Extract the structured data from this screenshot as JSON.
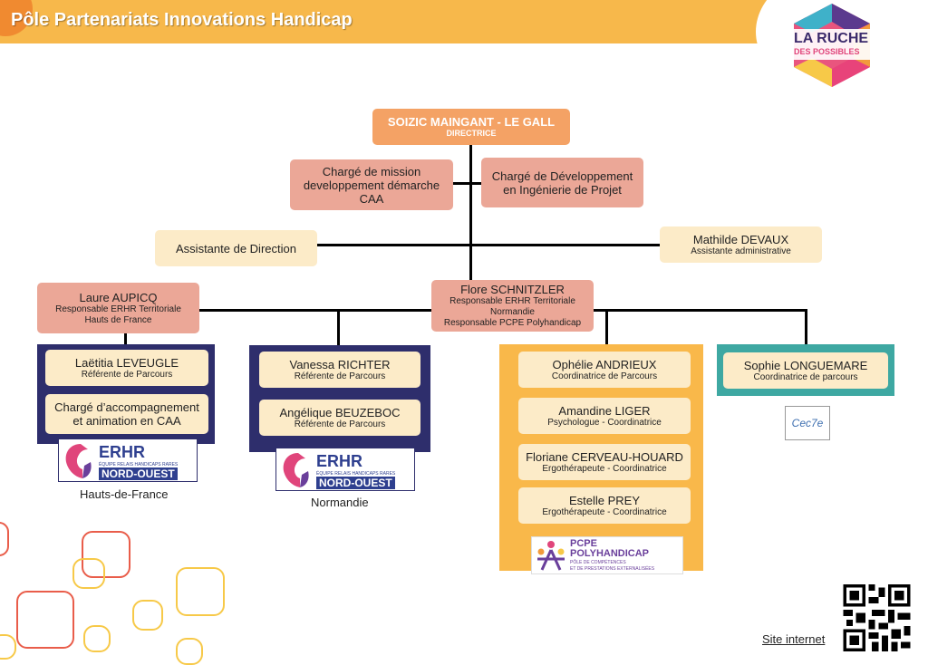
{
  "header": {
    "title": "Pôle Partenariats Innovations Handicap"
  },
  "logo": {
    "line1": "LA RUCHE",
    "line2": "DES POSSIBLES"
  },
  "director": {
    "name": "SOIZIC MAINGANT - LE GALL",
    "role": "DIRECTRICE"
  },
  "missions": [
    {
      "label": "Chargé de mission developpement démarche CAA"
    },
    {
      "label": "Chargé de Développement en Ingénierie de Projet"
    }
  ],
  "assistant_direction": {
    "label": "Assistante de Direction"
  },
  "assistant_admin": {
    "name": "Mathilde DEVAUX",
    "role": "Assistante administrative"
  },
  "laure": {
    "name": "Laure AUPICQ",
    "role_lines": [
      "Responsable ERHR Territoriale",
      "Hauts de France"
    ]
  },
  "flore": {
    "name": "Flore SCHNITZLER",
    "role_lines": [
      "Responsable ERHR Territoriale",
      "Normandie",
      "Responsable PCPE Polyhandicap"
    ]
  },
  "hdf_team": [
    {
      "name": "Laëtitia LEVEUGLE",
      "role": "Référente de Parcours"
    },
    {
      "name_lines": [
        "Chargé d’accompagnement",
        "et animation en CAA"
      ]
    }
  ],
  "norm_team": [
    {
      "name": "Vanessa RICHTER",
      "role": "Référente de Parcours"
    },
    {
      "name": "Angélique BEUZEBOC",
      "role": "Référente de Parcours"
    }
  ],
  "pcpe_team": [
    {
      "name": "Ophélie ANDRIEUX",
      "role": "Coordinatrice de Parcours"
    },
    {
      "name": "Amandine LIGER",
      "role": "Psychologue - Coordinatrice"
    },
    {
      "name": "Floriane CERVEAU-HOUARD",
      "role": "Ergothérapeute - Coordinatrice"
    },
    {
      "name": "Estelle PREY",
      "role": "Ergothérapeute - Coordinatrice"
    }
  ],
  "sophie": {
    "name": "Sophie LONGUEMARE",
    "role": "Coordinatrice de parcours"
  },
  "erhr_logo": {
    "big": "ERHR",
    "small": "ÉQUIPE RELAIS HANDICAPS RARES",
    "region": "NORD-OUEST"
  },
  "pcpe_logo": {
    "line1": "PCPE",
    "line2": "POLYHANDICAP",
    "line3": "PÔLE DE COMPÉTENCES",
    "line4": "ET DE PRESTATIONS EXTERNALISÉES"
  },
  "cecze_logo": {
    "text": "Cec7e"
  },
  "regions": {
    "hdf": "Hauts-de-France",
    "normandie": "Normandie"
  },
  "footer": {
    "site_link": "Site internet"
  },
  "colors": {
    "header": "#f7b84b",
    "director": "#f4a265",
    "salmon": "#eba797",
    "cream": "#fcebc8",
    "navy": "#2e2e6c",
    "gold": "#f9b84a",
    "teal": "#3ea8a2"
  }
}
